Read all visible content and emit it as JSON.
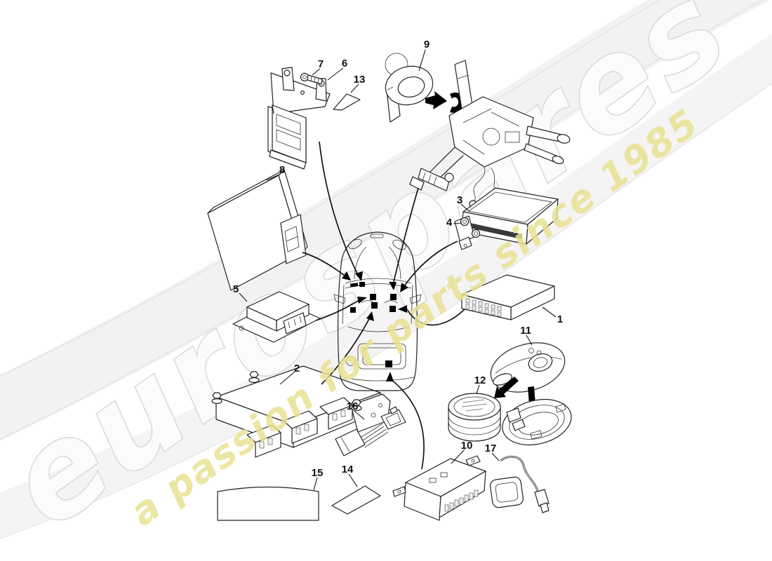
{
  "page": {
    "type": "vehicle parts exploded diagram"
  },
  "watermark": {
    "brand": "eurospares",
    "tagline": "a passion for parts since 1985",
    "brand_fill": "#fbfbfb",
    "brand_stroke": "#d9d9d9",
    "tagline_color": "#e9e293"
  },
  "colors": {
    "background": "#ffffff",
    "line": "#222222",
    "location_marker": "#000000",
    "swoosh_band": "#f1f1f1"
  },
  "callouts": [
    "1",
    "2",
    "3",
    "4",
    "5",
    "6",
    "7",
    "8",
    "9",
    "10",
    "11",
    "12",
    "13",
    "14",
    "15",
    "16",
    "17"
  ]
}
